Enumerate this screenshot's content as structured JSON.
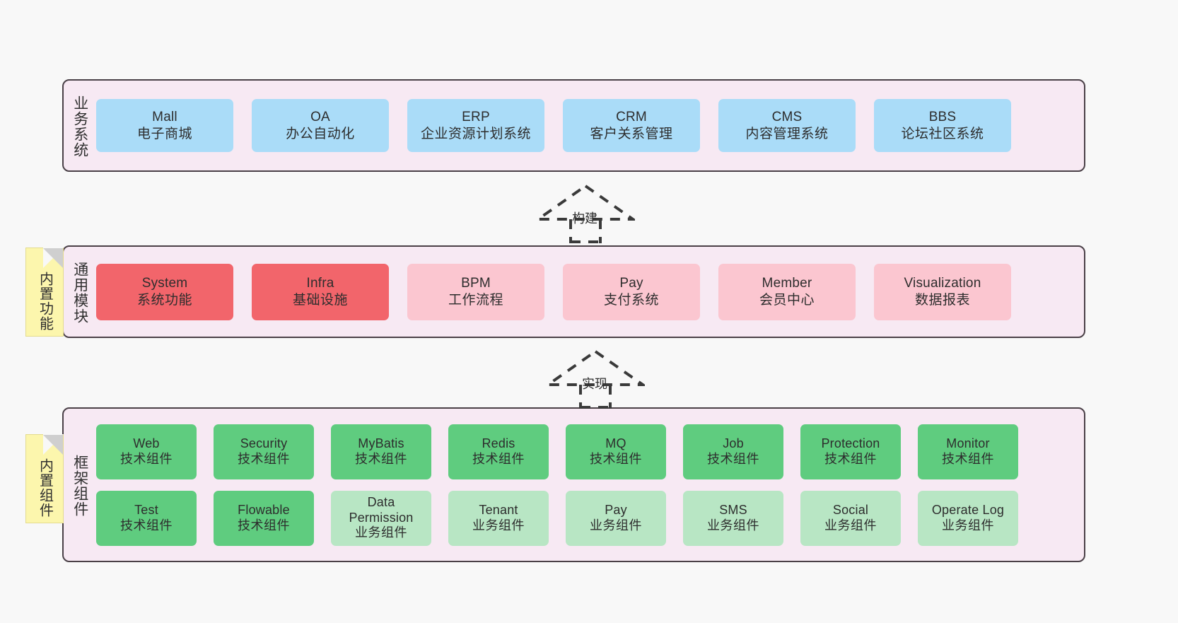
{
  "theme": {
    "background": "#f8f8f8",
    "layer_fill": "#f7e9f3",
    "layer_border": "#4a4047",
    "note_fill": "#fcf6ad",
    "color_blue": "#aadcf8",
    "color_red": "#f2656b",
    "color_pink": "#fbc6d0",
    "color_green": "#5fcc7f",
    "color_lightgreen": "#b8e6c4"
  },
  "layers": {
    "business": {
      "title": "业务系统",
      "cards": [
        {
          "en": "Mall",
          "cn": "电子商城"
        },
        {
          "en": "OA",
          "cn": "办公自动化"
        },
        {
          "en": "ERP",
          "cn": "企业资源计划系统"
        },
        {
          "en": "CRM",
          "cn": "客户关系管理"
        },
        {
          "en": "CMS",
          "cn": "内容管理系统"
        },
        {
          "en": "BBS",
          "cn": "论坛社区系统"
        }
      ]
    },
    "common": {
      "title": "通用模块",
      "note": "内置功能",
      "cards": [
        {
          "en": "System",
          "cn": "系统功能"
        },
        {
          "en": "Infra",
          "cn": "基础设施"
        },
        {
          "en": "BPM",
          "cn": "工作流程"
        },
        {
          "en": "Pay",
          "cn": "支付系统"
        },
        {
          "en": "Member",
          "cn": "会员中心"
        },
        {
          "en": "Visualization",
          "cn": "数据报表"
        }
      ]
    },
    "framework": {
      "title": "框架组件",
      "note": "内置组件",
      "row1": [
        {
          "en": "Web",
          "cn": "技术组件"
        },
        {
          "en": "Security",
          "cn": "技术组件"
        },
        {
          "en": "MyBatis",
          "cn": "技术组件"
        },
        {
          "en": "Redis",
          "cn": "技术组件"
        },
        {
          "en": "MQ",
          "cn": "技术组件"
        },
        {
          "en": "Job",
          "cn": "技术组件"
        },
        {
          "en": "Protection",
          "cn": "技术组件"
        },
        {
          "en": "Monitor",
          "cn": "技术组件"
        }
      ],
      "row2": [
        {
          "en": "Test",
          "cn": "技术组件"
        },
        {
          "en": "Flowable",
          "cn": "技术组件"
        },
        {
          "en": "Data Permission",
          "cn": "业务组件"
        },
        {
          "en": "Tenant",
          "cn": "业务组件"
        },
        {
          "en": "Pay",
          "cn": "业务组件"
        },
        {
          "en": "SMS",
          "cn": "业务组件"
        },
        {
          "en": "Social",
          "cn": "业务组件"
        },
        {
          "en": "Operate Log",
          "cn": "业务组件"
        }
      ]
    }
  },
  "connectors": {
    "build": "构建",
    "implement": "实现"
  }
}
